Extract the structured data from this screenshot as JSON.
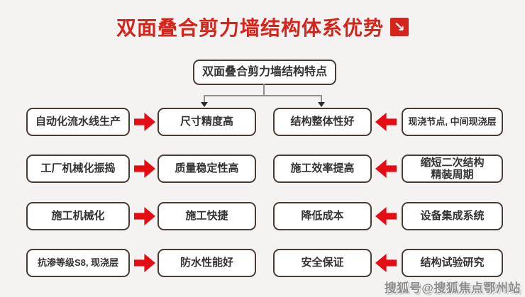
{
  "title": {
    "text": "双面叠合剪力墙结构体系优势",
    "icon_glyph": "↘"
  },
  "root": {
    "label": "双面叠合剪力墙结构特点"
  },
  "rows": [
    {
      "source_left": "自动化流水线生产",
      "benefit_left": "尺寸精度高",
      "benefit_right": "结构整体性好",
      "source_right": "现浇节点, 中间现浇层"
    },
    {
      "source_left": "工厂机械化振捣",
      "benefit_left": "质量稳定性高",
      "benefit_right": "施工效率提高",
      "source_right": "缩短二次结构\n精装周期"
    },
    {
      "source_left": "施工机械化",
      "benefit_left": "施工快捷",
      "benefit_right": "降低成本",
      "source_right": "设备集成系统"
    },
    {
      "source_left": "抗渗等级S8, 现浇层",
      "benefit_left": "防水性能好",
      "benefit_right": "安全保证",
      "source_right": "结构试验研究"
    }
  ],
  "watermark": "搜狐号@搜狐焦点鄂州站",
  "colors": {
    "accent_red": "#e30d13",
    "title_red": "#d6231b",
    "box_border": "#4a3b35",
    "background": "#f4f3f1",
    "connector_gray": "#8f8f8f"
  }
}
